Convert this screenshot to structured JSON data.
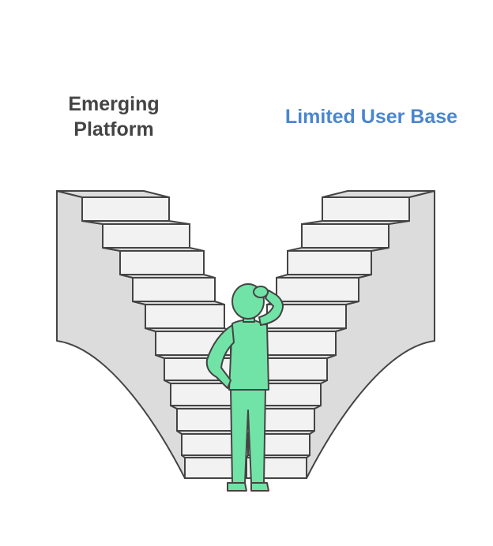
{
  "labels": {
    "left": "Emerging Platform",
    "right": "Limited User Base"
  },
  "colors": {
    "left_label": "#444444",
    "right_label": "#4a86cf",
    "stair_top": "#dcdcdc",
    "stair_front": "#f2f2f2",
    "stair_side": "#dcdcdc",
    "outline": "#444444",
    "person": "#72e3a6"
  },
  "icons": {
    "person": "thinking-person-icon",
    "left_stairs": "left-staircase",
    "right_stairs": "right-staircase"
  }
}
